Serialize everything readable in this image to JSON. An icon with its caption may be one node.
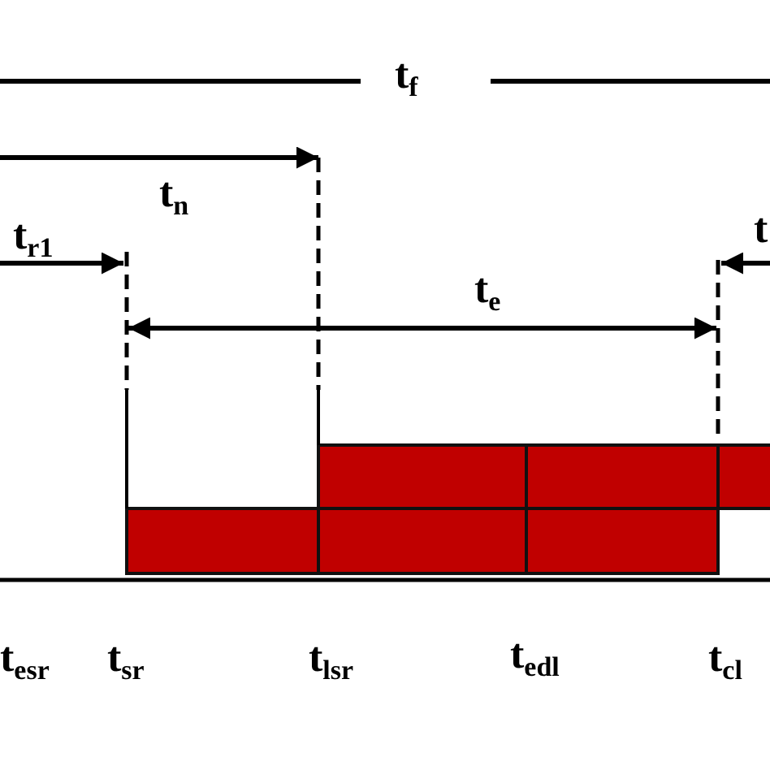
{
  "diagram": {
    "labels": [
      "t$_{f}$",
      "t$_{n}$",
      "t$_{r1}$",
      "t",
      "t$_{e}$",
      "t$_{esr}$",
      "t$_{sr}$",
      "t$_{lsr}$",
      "t$_{edl}$",
      "t$_{cl}$"
    ]
  }
}
